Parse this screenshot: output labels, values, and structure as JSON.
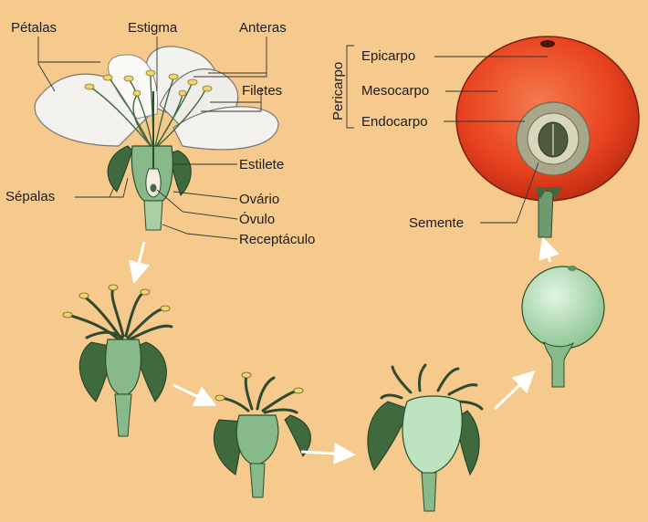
{
  "flower_labels": {
    "petalas": "Pétalas",
    "estigma": "Estigma",
    "anteras": "Anteras",
    "filetes": "Filetes",
    "estilete": "Estilete",
    "sepalas": "Sépalas",
    "ovario": "Ovário",
    "ovulo": "Óvulo",
    "receptaculo": "Receptáculo"
  },
  "fruit_labels": {
    "pericarpo": "Pericarpo",
    "epicarpo": "Epicarpo",
    "mesocarpo": "Mesocarpo",
    "endocarpo": "Endocarpo",
    "semente": "Semente"
  },
  "colors": {
    "background": "#f6c98c",
    "petal": "#f4f2ee",
    "leaf": "#3f6a3e",
    "stem": "#88b98a",
    "fruit_skin": "#e8421f",
    "green_fruit": "#bde3c0"
  }
}
